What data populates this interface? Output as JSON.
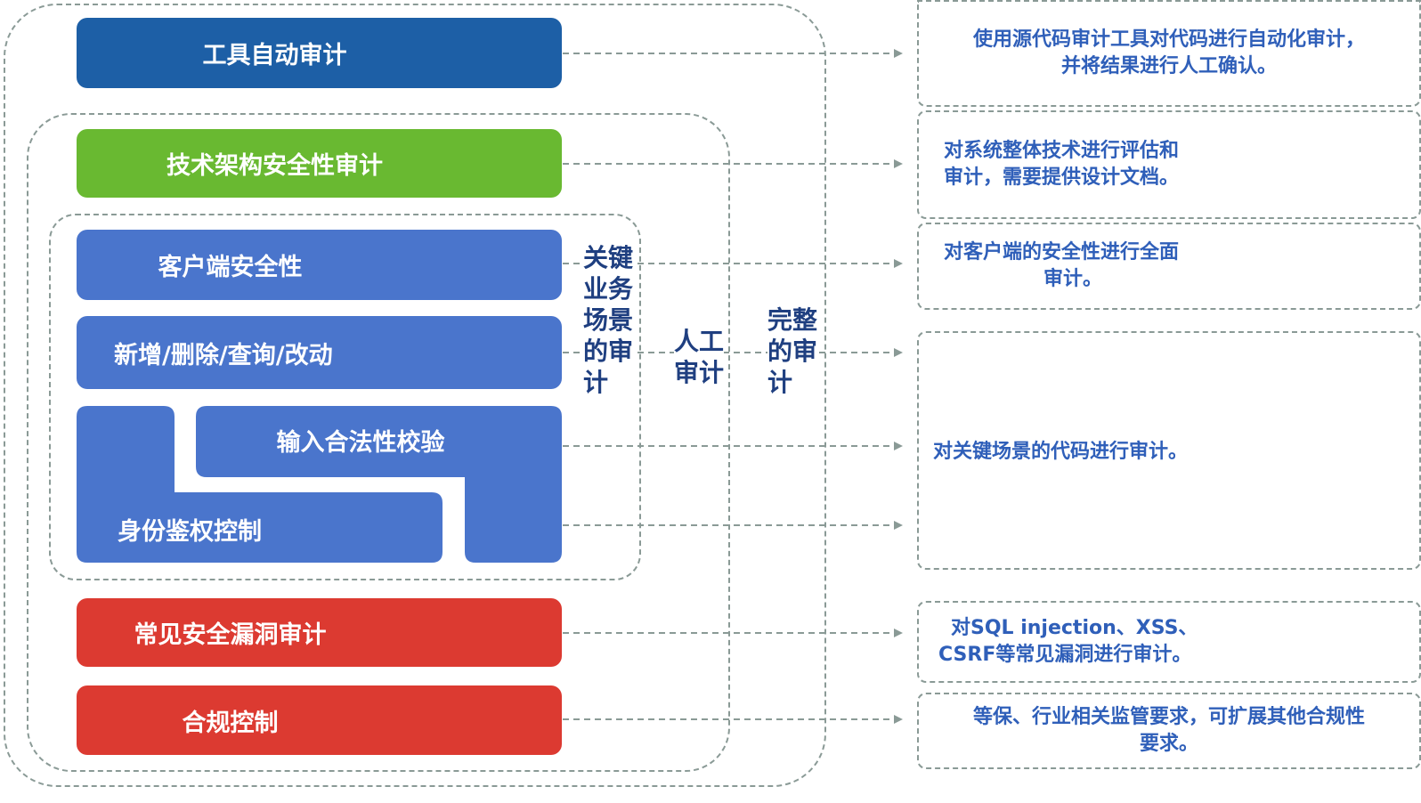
{
  "boxes": {
    "tool_audit": "工具自动审计",
    "arch_audit": "技术架构安全性审计",
    "client_security": "客户端安全性",
    "crud": "新增/删除/查询/改动",
    "input_validation": "输入合法性校验",
    "auth_control": "身份鉴权控制",
    "vuln_audit": "常见安全漏洞审计",
    "compliance": "合规控制"
  },
  "group_labels": {
    "key_scenario": [
      "关键",
      "业务",
      "场景",
      "的审",
      "计"
    ],
    "manual": [
      "人工",
      "审计"
    ],
    "full": [
      "完整",
      "的审",
      "计"
    ]
  },
  "descriptions": {
    "tool": [
      "使用源代码审计工具对代码进行自动化审计，",
      "并将结果进行人工确认。"
    ],
    "arch": [
      "对系统整体技术进行评估和",
      "审计，需要提供设计文档。"
    ],
    "client": [
      "对客户端的安全性进行全面",
      "审计。"
    ],
    "key": [
      "对关键场景的代码进行审计。"
    ],
    "vuln": [
      "对SQL injection、XSS、",
      "CSRF等常见漏洞进行审计。"
    ],
    "compliance": [
      "等保、行业相关监管要求，可扩展其他合规性",
      "要求。"
    ]
  },
  "colors": {
    "navy": "#1d5fa6",
    "green": "#69b931",
    "blue": "#4a75cc",
    "red": "#dc3a31",
    "dash": "#8a9a96",
    "label": "#1f3f80",
    "desc_text": "#2f5fb9"
  }
}
